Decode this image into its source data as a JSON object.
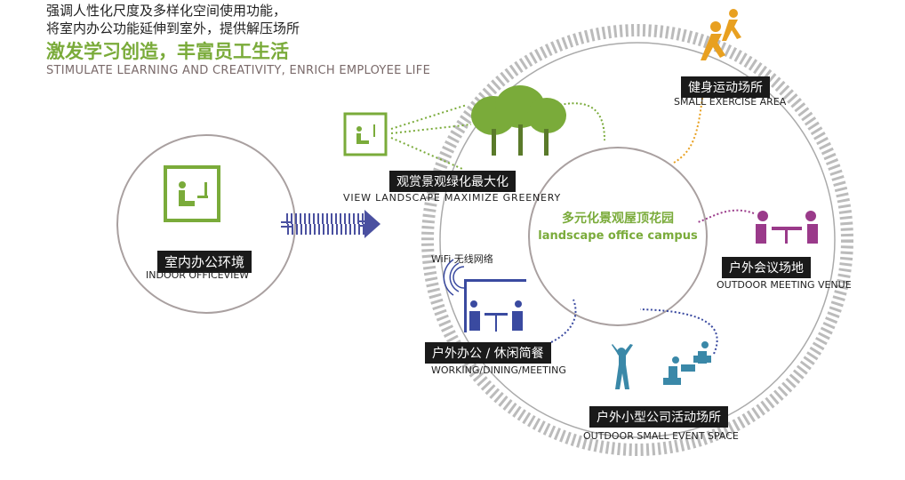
{
  "header": {
    "line1": "强调人性化尺度及多样化空间使用功能，",
    "line2": "将室内办公功能延伸到室外，提供解压场所",
    "title_cn": "激发学习创造，丰富员工生活",
    "title_en": "STIMULATE LEARNING AND CREATIVITY, ENRICH EMPLOYEE LIFE"
  },
  "indoor": {
    "cn": "室内办公环境",
    "en": "INDOOR OFFICEVIEW"
  },
  "center": {
    "cn": "多元化景观屋顶花园",
    "en": "landscape office campus"
  },
  "nodes": {
    "greenery": {
      "cn": "观赏景观绿化最大化",
      "en": "VIEW LANDSCAPE MAXIMIZE GREENERY"
    },
    "exercise": {
      "cn": "健身运动场所",
      "en": "SMALL EXERCISE AREA"
    },
    "meeting": {
      "cn": "户外会议场地",
      "en": "OUTDOOR MEETING VENUE"
    },
    "working": {
      "cn": "户外办公 / 休闲简餐",
      "en": "WORKING/DINING/MEETING",
      "wifi": "WiFi 无线网络"
    },
    "event": {
      "cn": "户外小型公司活动场所",
      "en": "OUTDOOR SMALL EVENT SPACE"
    }
  },
  "colors": {
    "green": "#7aab3a",
    "orange": "#e8a020",
    "purple": "#9a3a8a",
    "navy": "#3a4aa0",
    "teal": "#3a88a8"
  }
}
